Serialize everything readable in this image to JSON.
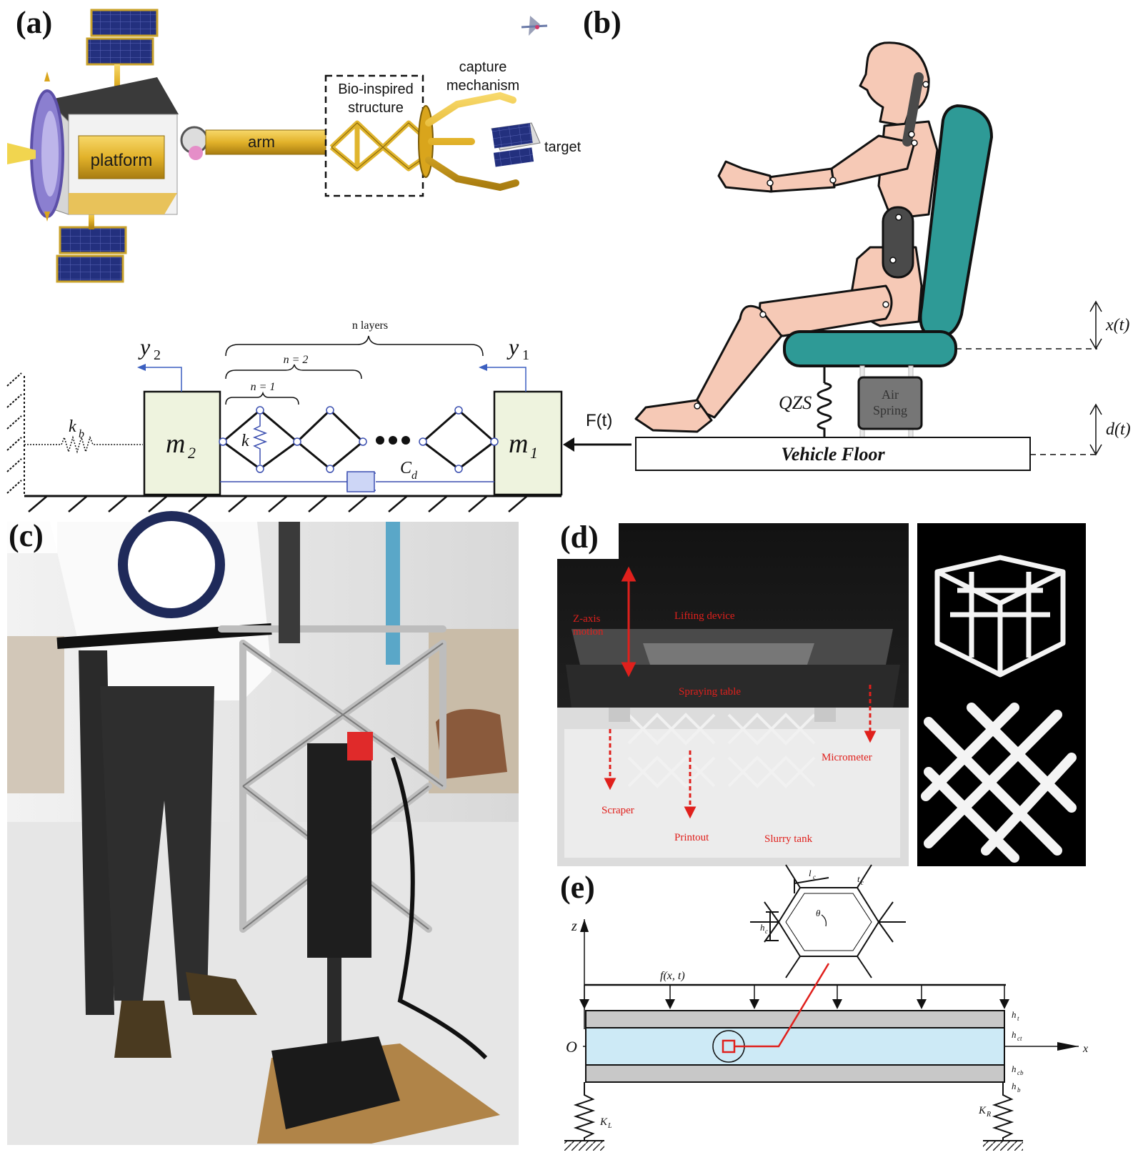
{
  "panels": {
    "a": "(a)",
    "b": "(b)",
    "c": "(c)",
    "d": "(d)",
    "e": "(e)"
  },
  "panel_a": {
    "platform": "platform",
    "arm": "arm",
    "bio_line1": "Bio-inspired",
    "bio_line2": "structure",
    "capture_line1": "capture",
    "capture_line2": "mechanism",
    "target": "target",
    "model": {
      "n_layers": "n layers",
      "n2": "n = 2",
      "n1": "n = 1",
      "y2": "y",
      "y2_sub": "2",
      "y1": "y",
      "y1_sub": "1",
      "m2": "m",
      "m2_sub": "2",
      "m1": "m",
      "m1_sub": "1",
      "kb": "k",
      "kb_sub": "b",
      "k": "k",
      "cd": "C",
      "cd_sub": "d",
      "force": "F(t)"
    }
  },
  "panel_b": {
    "x_label": "x(t)",
    "d_label": "d(t)",
    "qzs": "QZS",
    "air1": "Air",
    "air2": "Spring",
    "floor": "Vehicle Floor"
  },
  "panel_d": {
    "z_motion_1": "Z-axis",
    "z_motion_2": "motion",
    "lifting": "Lifting device",
    "spraying": "Spraying table",
    "micrometer": "Micrometer",
    "scraper": "Scraper",
    "printout": "Printout",
    "slurry": "Slurry tank"
  },
  "panel_e": {
    "z": "z",
    "x": "x",
    "o": "O",
    "load": "f(x, t)",
    "h1": "h",
    "h1_sub": "t",
    "hct": "h",
    "hct_sub": "ct",
    "hcb": "h",
    "hcb_sub": "cb",
    "hb": "h",
    "hb_sub": "b",
    "lc": "l",
    "lc_sub": "c",
    "tc": "t",
    "tc_sub": "c",
    "hc": "h",
    "hc_sub": "c",
    "theta": "θ",
    "kl": "K",
    "kl_sub": "L",
    "kr": "K",
    "kr_sub": "R"
  },
  "colors": {
    "gold": "#e2b22a",
    "teal": "#2e9a96",
    "skin": "#f6c9b6",
    "mass": "#eef3de",
    "core": "#cdeaf6",
    "face": "#c8c8c8",
    "red": "#e0201c"
  }
}
